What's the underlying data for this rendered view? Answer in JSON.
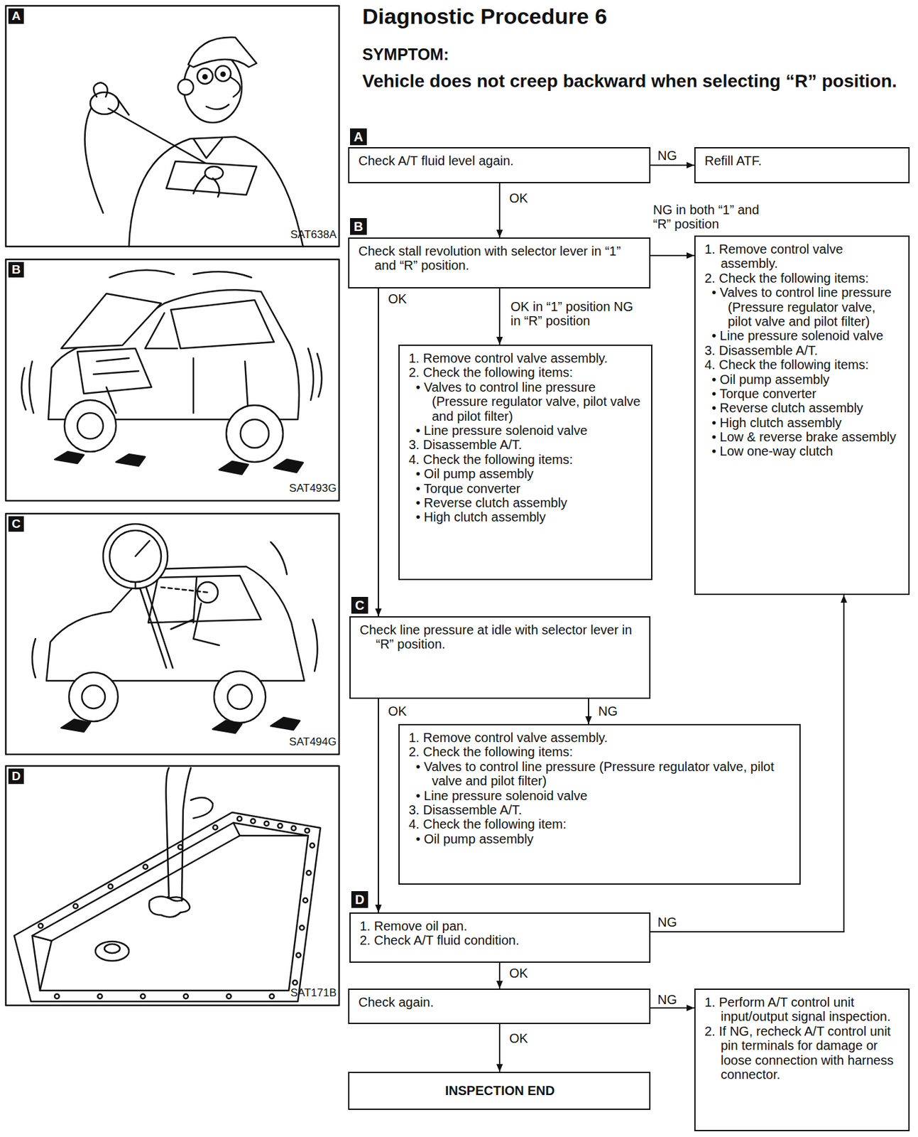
{
  "diagram": {
    "title": "Diagnostic Procedure 6",
    "nodes": [
      {
        "text": [
          "Check A/T fluid level again."
        ]
      },
      {
        "text": [
          "Refill ATF."
        ]
      },
      {
        "text": [
          "Check stall revolution with selector lever in “1” and “R” position."
        ]
      },
      {
        "text": [
          "1. Remove control valve assembly.",
          "2. Check the following items:",
          "• Valves to control line pressure (Pressure regulator valve, pilot valve and pilot filter)",
          "• Line pressure solenoid valve",
          "3. Disassemble A/T.",
          "4. Check the following items:",
          "• Oil pump assembly",
          "• Torque converter",
          "• Reverse clutch assembly",
          "• High clutch assembly",
          "• Low & reverse brake assembly",
          "• Low one-way clutch"
        ]
      },
      {
        "text": [
          "1. Remove control valve assembly.",
          "2. Check the following items:",
          "• Valves to control line pressure (Pressure regulator valve, pilot valve and pilot filter)",
          "• Line pressure solenoid valve",
          "3. Disassemble A/T.",
          "4. Check the following items:",
          "• Oil pump assembly",
          "• Torque converter",
          "• Reverse clutch assembly",
          "• High clutch assembly"
        ]
      },
      {
        "text": [
          "Check line pressure at idle with selector lever in “R” position."
        ]
      },
      {
        "text": [
          "1. Remove control valve assembly.",
          "2. Check the following items:",
          "• Valves to control line pressure (Pressure regulator valve, pilot valve and pilot filter)",
          "• Line pressure solenoid valve",
          "3. Disassemble A/T.",
          "4. Check the following item:",
          "• Oil pump assembly"
        ]
      },
      {
        "text": [
          "1. Remove oil pan.",
          "2. Check A/T fluid condition."
        ]
      },
      {
        "text": [
          "Check again."
        ]
      },
      {
        "text": [
          "1. Perform A/T control unit input/output signal inspection.",
          "2. If NG, recheck A/T control unit pin terminals for damage or loose connection with harness connector."
        ]
      },
      {
        "text": [
          "INSPECTION END"
        ]
      }
    ],
    "edges": [
      {
        "from": 0,
        "to": 1,
        "arrow": "to",
        "label": "NG"
      },
      {
        "from": 0,
        "to": 2,
        "arrow": "to",
        "label": "OK"
      },
      {
        "from": 2,
        "to": 3,
        "arrow": "to",
        "label": "NG in both “1” and “R” position"
      },
      {
        "from": 2,
        "to": 4,
        "arrow": "to",
        "label": "OK in “1” position NG in “R” position"
      },
      {
        "from": 2,
        "to": 5,
        "arrow": "to",
        "label": "OK"
      },
      {
        "from": 5,
        "to": 6,
        "arrow": "to",
        "label": "NG"
      },
      {
        "from": 5,
        "to": 7,
        "arrow": "to",
        "label": "OK"
      },
      {
        "from": 7,
        "to": 3,
        "arrow": "to",
        "label": "NG"
      },
      {
        "from": 7,
        "to": 8,
        "arrow": "to",
        "label": "OK"
      },
      {
        "from": 8,
        "to": 9,
        "arrow": "to",
        "label": "NG"
      },
      {
        "from": 8,
        "to": 10,
        "arrow": "to",
        "label": "OK"
      }
    ],
    "labels": [
      "A",
      "SAT638A",
      "B",
      "SAT493G",
      "C",
      "SAT494G",
      "D",
      "SAT171B",
      "SYMPTOM:",
      "Vehicle does not creep backward when selecting “R” position.",
      "A",
      "B",
      "C",
      "D"
    ]
  }
}
